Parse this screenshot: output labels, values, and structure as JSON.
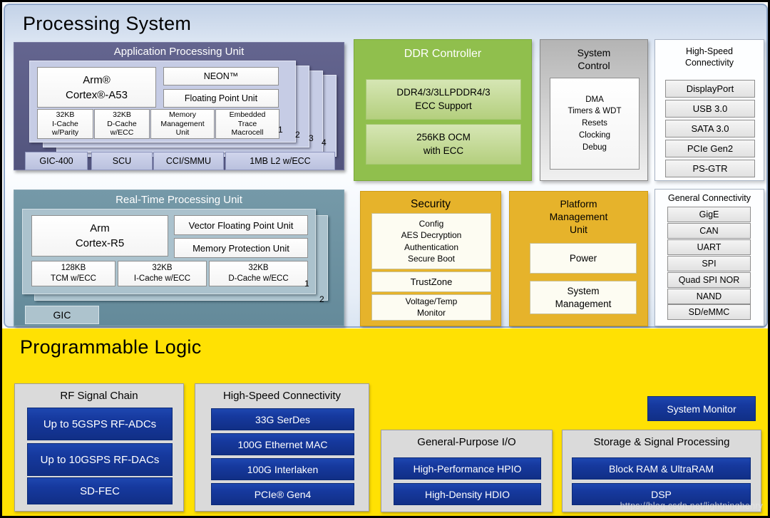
{
  "watermark": "https://blog.csdn.net/lightninghenry",
  "colors": {
    "apu_purple": "#5b5d8a",
    "rpu_steel_blue": "#6e94a3",
    "ddr_green": "#90bf4d",
    "gold": "#e6b32b",
    "pl_yellow": "#ffe103",
    "navy": "#16399e",
    "ps_background": "#e9f0f9"
  },
  "processing_system": {
    "title": "Processing System",
    "apu": {
      "title": "Application Processing Unit",
      "cpu": "Arm®\nCortex®-A53",
      "neon": "NEON™",
      "fpu": "Floating Point Unit",
      "caches": [
        "32KB\nI-Cache\nw/Parity",
        "32KB\nD-Cache\nw/ECC",
        "Memory\nManagement\nUnit",
        "Embedded\nTrace\nMacrocell"
      ],
      "core_numbers": [
        "1",
        "2",
        "3",
        "4"
      ],
      "bottom": [
        "GIC-400",
        "SCU",
        "CCI/SMMU",
        "1MB L2 w/ECC"
      ]
    },
    "rpu": {
      "title": "Real-Time Processing Unit",
      "cpu": "Arm\nCortex-R5",
      "vfpu": "Vector Floating Point Unit",
      "mpu": "Memory Protection Unit",
      "caches": [
        "128KB\nTCM w/ECC",
        "32KB\nI-Cache w/ECC",
        "32KB\nD-Cache w/ECC"
      ],
      "core_numbers": [
        "1",
        "2"
      ],
      "gic": "GIC"
    },
    "ddr": {
      "title": "DDR Controller",
      "items": [
        "DDR4/3/3LLPDDR4/3\nECC Support",
        "256KB OCM\nwith ECC"
      ]
    },
    "system_control": {
      "title": "System\nControl",
      "body": "DMA\nTimers & WDT\nResets\nClocking\nDebug"
    },
    "high_speed_connectivity": {
      "title": "High-Speed\nConnectivity",
      "items": [
        "DisplayPort",
        "USB 3.0",
        "SATA 3.0",
        "PCIe Gen2",
        "PS-GTR"
      ]
    },
    "security": {
      "title": "Security",
      "items": [
        "Config\nAES Decryption\nAuthentication\nSecure Boot",
        "TrustZone",
        "Voltage/Temp\nMonitor"
      ]
    },
    "pmu": {
      "title": "Platform\nManagement\nUnit",
      "items": [
        "Power",
        "System\nManagement"
      ]
    },
    "general_connectivity": {
      "title": "General Connectivity",
      "items": [
        "GigE",
        "CAN",
        "UART",
        "SPI",
        "Quad SPI NOR",
        "NAND",
        "SD/eMMC"
      ]
    }
  },
  "programmable_logic": {
    "title": "Programmable Logic",
    "rf_signal_chain": {
      "title": "RF Signal Chain",
      "items": [
        "Up to 5GSPS RF-ADCs",
        "Up to 10GSPS RF-DACs",
        "SD-FEC"
      ]
    },
    "high_speed_connectivity": {
      "title": "High-Speed Connectivity",
      "items": [
        "33G SerDes",
        "100G Ethernet MAC",
        "100G Interlaken",
        "PCIe® Gen4"
      ]
    },
    "general_purpose_io": {
      "title": "General-Purpose I/O",
      "items": [
        "High-Performance HPIO",
        "High-Density HDIO"
      ]
    },
    "storage_signal_processing": {
      "title": "Storage & Signal Processing",
      "items": [
        "Block RAM & UltraRAM",
        "DSP"
      ]
    },
    "system_monitor": "System Monitor"
  }
}
